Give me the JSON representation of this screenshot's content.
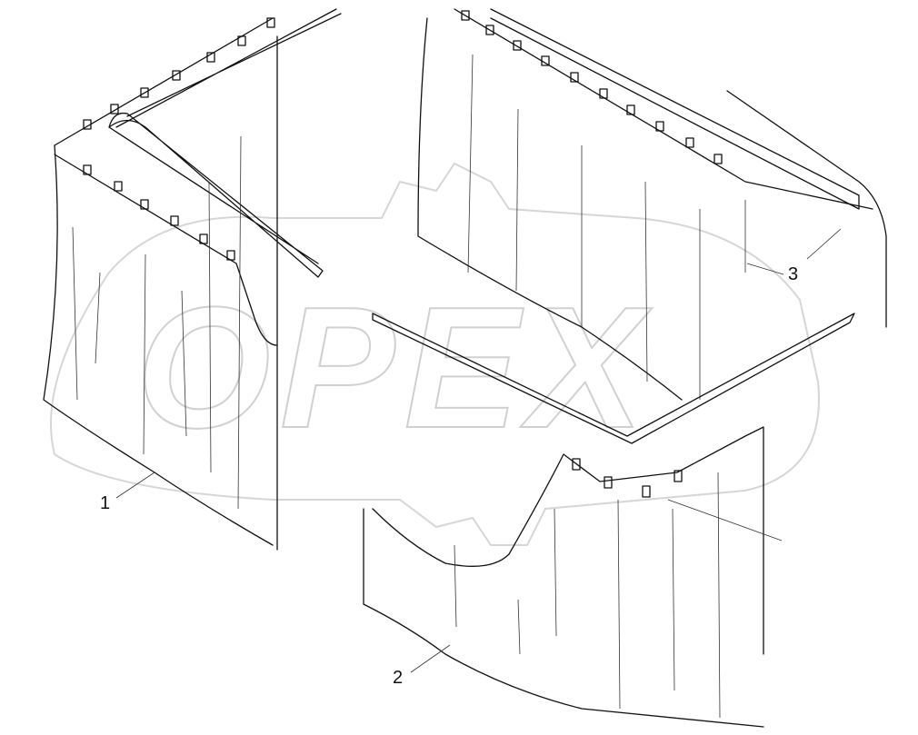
{
  "diagram": {
    "watermark": "OPEX",
    "callouts": [
      {
        "label": "1"
      },
      {
        "label": "2"
      },
      {
        "label": "3"
      }
    ]
  },
  "colors": {
    "line": "#111111",
    "watermark": "#d0d0d0",
    "background": "#ffffff"
  }
}
